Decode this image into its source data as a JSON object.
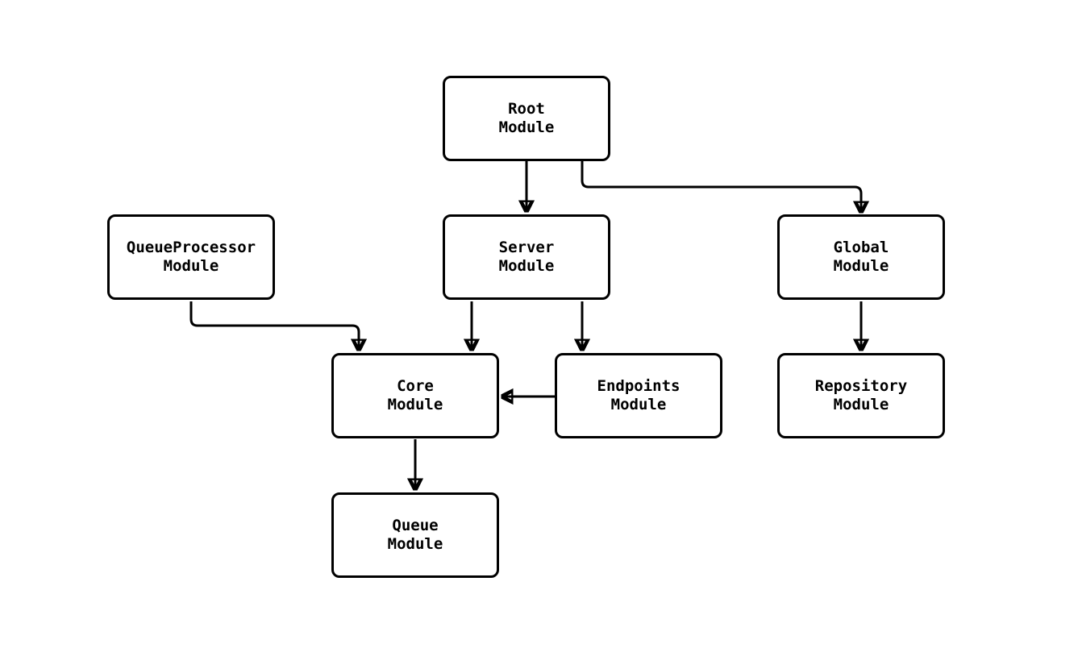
{
  "diagram": {
    "type": "flowchart",
    "background_color": "#ffffff",
    "stroke_color": "#000000",
    "node_fill_color": "#ffffff",
    "nodes": {
      "root": {
        "label": "Root\nModule"
      },
      "queue_processor": {
        "label": "QueueProcessor\nModule"
      },
      "server": {
        "label": "Server\nModule"
      },
      "global": {
        "label": "Global\nModule"
      },
      "core": {
        "label": "Core\nModule"
      },
      "endpoints": {
        "label": "Endpoints\nModule"
      },
      "repository": {
        "label": "Repository\nModule"
      },
      "queue": {
        "label": "Queue\nModule"
      }
    },
    "edges": [
      {
        "from": "root",
        "to": "server"
      },
      {
        "from": "root",
        "to": "global"
      },
      {
        "from": "queue_processor",
        "to": "core"
      },
      {
        "from": "server",
        "to": "core"
      },
      {
        "from": "server",
        "to": "endpoints"
      },
      {
        "from": "endpoints",
        "to": "core"
      },
      {
        "from": "global",
        "to": "repository"
      },
      {
        "from": "core",
        "to": "queue"
      }
    ]
  }
}
